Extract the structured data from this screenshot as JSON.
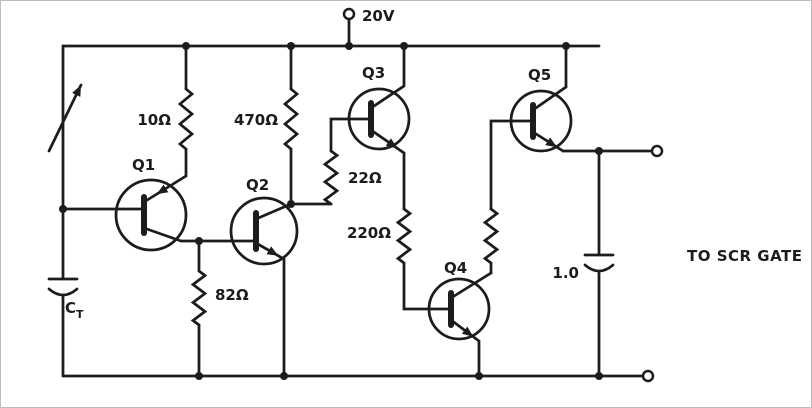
{
  "colors": {
    "ink": "#1c1c1c",
    "background": "#ffffff"
  },
  "schematic": {
    "supply_label": "20V",
    "output_label": "TO SCR GATE",
    "transistors": [
      {
        "ref": "Q1"
      },
      {
        "ref": "Q2"
      },
      {
        "ref": "Q3"
      },
      {
        "ref": "Q4"
      },
      {
        "ref": "Q5"
      }
    ],
    "resistors": [
      {
        "value": "10Ω"
      },
      {
        "value": "470Ω"
      },
      {
        "value": "22Ω"
      },
      {
        "value": "220Ω"
      },
      {
        "value": "82Ω"
      }
    ],
    "capacitors": {
      "timing": {
        "name": "C",
        "subscript": "T"
      },
      "output": {
        "value": "1.0"
      }
    }
  }
}
